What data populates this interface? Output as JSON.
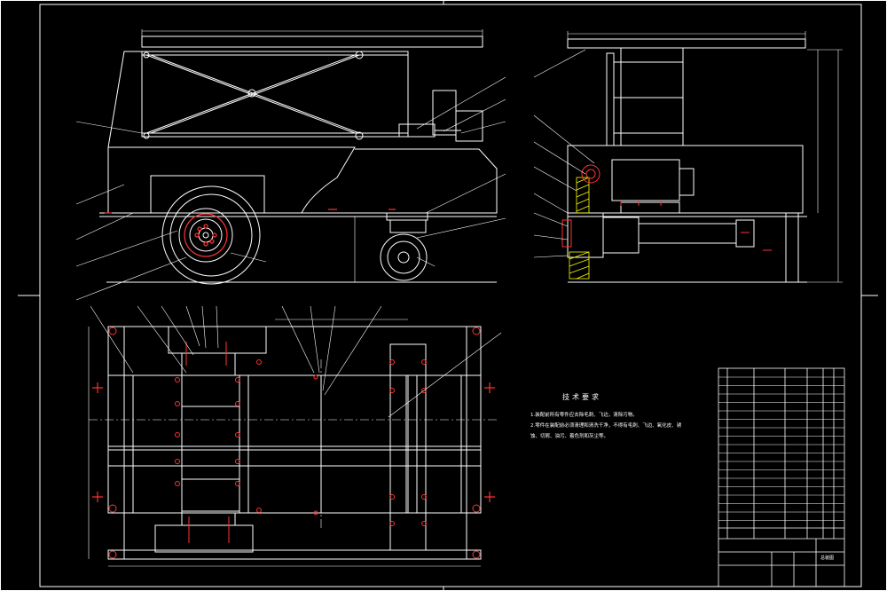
{
  "drawing": {
    "background": "#000000",
    "line_color": "#ffffff",
    "dimension_color": "#ffffff",
    "callout_color": "#ffffff",
    "accent_color": "#ff3333",
    "hatch_color": "#ffff00"
  },
  "technical_requirements": {
    "title": "技术要求",
    "lines": [
      "1.装配前所有零件应去除毛刺、飞边，清除污物。",
      "2.零件在装配前必须清理和清洗干净，不得有毛刺、飞边、氧化皮、锈",
      "蚀、切屑、油污、着色剂和灰尘等。"
    ]
  },
  "title_block": {
    "drawing_name": "总装图"
  }
}
